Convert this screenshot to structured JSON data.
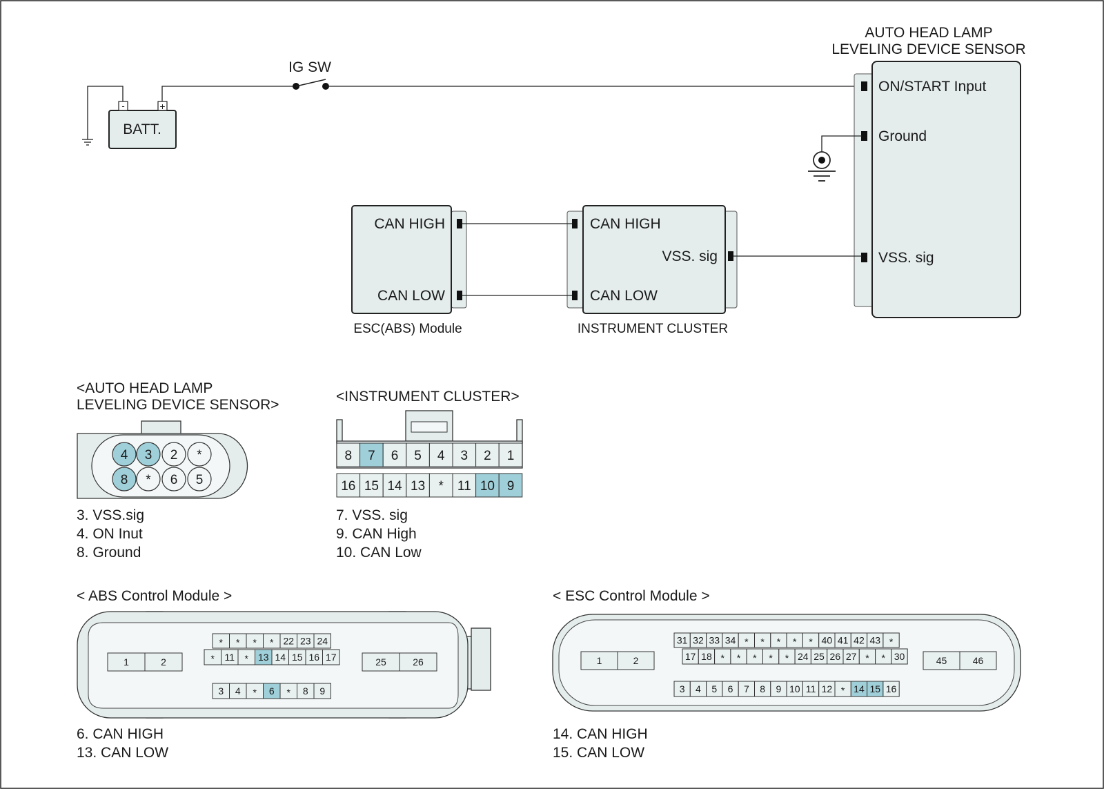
{
  "schematic": {
    "batt_label": "BATT.",
    "batt_minus": "-",
    "batt_plus": "+",
    "igsw_label": "IG SW",
    "sensor_title_line1": "AUTO HEAD LAMP",
    "sensor_title_line2": "LEVELING DEVICE SENSOR",
    "sensor_pins": [
      "ON/START Input",
      "Ground",
      "VSS. sig"
    ],
    "esc_pins": [
      "CAN HIGH",
      "CAN LOW"
    ],
    "esc_caption": "ESC(ABS) Module",
    "cluster_pins": [
      "CAN HIGH",
      "VSS. sig",
      "CAN LOW"
    ],
    "cluster_caption": "INSTRUMENT CLUSTER"
  },
  "connectors": {
    "sensor": {
      "title_line1": "<AUTO HEAD LAMP",
      "title_line2": "LEVELING DEVICE SENSOR>",
      "top_row": [
        "4",
        "3",
        "2",
        "*"
      ],
      "bottom_row": [
        "8",
        "*",
        "6",
        "5"
      ],
      "highlighted": [
        "4",
        "3",
        "8"
      ],
      "notes": [
        "3. VSS.sig",
        "4. ON Inut",
        "8. Ground"
      ]
    },
    "cluster": {
      "title": "<INSTRUMENT CLUSTER>",
      "top_row": [
        "8",
        "7",
        "6",
        "5",
        "4",
        "3",
        "2",
        "1"
      ],
      "bottom_row": [
        "16",
        "15",
        "14",
        "13",
        "*",
        "11",
        "10",
        "9"
      ],
      "highlighted": [
        "7",
        "10",
        "9"
      ],
      "notes": [
        "7. VSS. sig",
        "9. CAN High",
        "10. CAN Low"
      ]
    },
    "abs": {
      "title": "< ABS Control Module >",
      "left_pins": [
        "1",
        "2"
      ],
      "right_pins": [
        "25",
        "26"
      ],
      "row1": [
        "*",
        "*",
        "*",
        "*",
        "22",
        "23",
        "24"
      ],
      "row2": [
        "*",
        "11",
        "*",
        "13",
        "14",
        "15",
        "16",
        "17"
      ],
      "row3": [
        "3",
        "4",
        "*",
        "6",
        "*",
        "8",
        "9"
      ],
      "highlighted": [
        "6",
        "13"
      ],
      "notes": [
        "6. CAN HIGH",
        "13. CAN LOW"
      ]
    },
    "esc": {
      "title": "< ESC Control Module >",
      "left_pins": [
        "1",
        "2"
      ],
      "right_pins": [
        "45",
        "46"
      ],
      "row1": [
        "31",
        "32",
        "33",
        "34",
        "*",
        "*",
        "*",
        "*",
        "*",
        "40",
        "41",
        "42",
        "43",
        "*"
      ],
      "row2": [
        "17",
        "18",
        "*",
        "*",
        "*",
        "*",
        "*",
        "24",
        "25",
        "26",
        "27",
        "*",
        "*",
        "30"
      ],
      "row3": [
        "3",
        "4",
        "5",
        "6",
        "7",
        "8",
        "9",
        "10",
        "11",
        "12",
        "*",
        "14",
        "15",
        "16"
      ],
      "highlighted": [
        "14",
        "15"
      ],
      "notes": [
        "14. CAN HIGH",
        "15. CAN LOW"
      ]
    }
  },
  "colors": {
    "highlight": "#9fcfd9",
    "module_fill": "#e4ecec"
  }
}
